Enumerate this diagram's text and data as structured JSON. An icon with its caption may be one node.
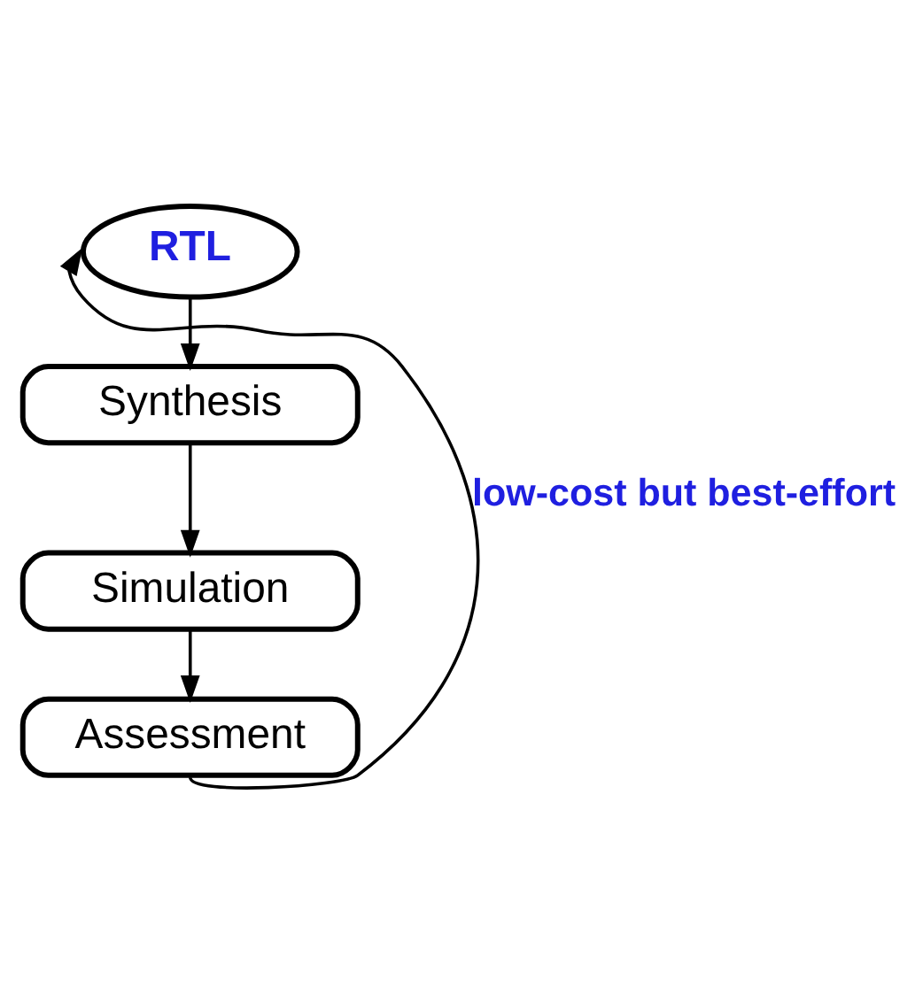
{
  "diagram": {
    "nodes": [
      {
        "text": [
          "RTL"
        ]
      },
      {
        "text": [
          "Synthesis"
        ]
      },
      {
        "text": [
          "Simulation"
        ]
      },
      {
        "text": [
          "Assessment"
        ]
      }
    ],
    "edges": [
      {
        "from": 0,
        "to": 1,
        "arrow": "to"
      },
      {
        "from": 1,
        "to": 2,
        "arrow": "to"
      },
      {
        "from": 2,
        "to": 3,
        "arrow": "to"
      },
      {
        "from": 3,
        "to": 0,
        "arrow": "to",
        "label": "low-cost but best-effort"
      }
    ]
  }
}
